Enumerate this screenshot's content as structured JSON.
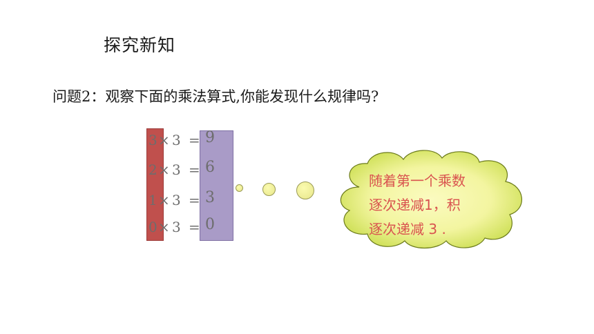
{
  "slide": {
    "title": "探究新知",
    "question": "问题2：观察下面的乘法算式,你能发现什么规律吗?",
    "equations": [
      {
        "a": "3",
        "times": "×",
        "b": "3",
        "eq": "=",
        "result": "9"
      },
      {
        "a": "2",
        "times": "×",
        "b": "3",
        "eq": "=",
        "result": "6"
      },
      {
        "a": "1",
        "times": "×",
        "b": "3",
        "eq": "=",
        "result": "3"
      },
      {
        "a": "0",
        "times": "×",
        "b": "3",
        "eq": "=",
        "result": "0"
      }
    ],
    "cloud": {
      "lines": [
        "随着第一个乘数",
        "逐次递减1，积",
        "逐次递减 3 ."
      ]
    }
  },
  "colors": {
    "red_bar": "#c0504d",
    "purple_bar": "#a99bc7",
    "cloud_fill_center": "#fbfbc0",
    "cloud_fill_edge": "#c8dc4a",
    "cloud_text": "#d9534f",
    "equation_text": "#6d6d6d"
  }
}
